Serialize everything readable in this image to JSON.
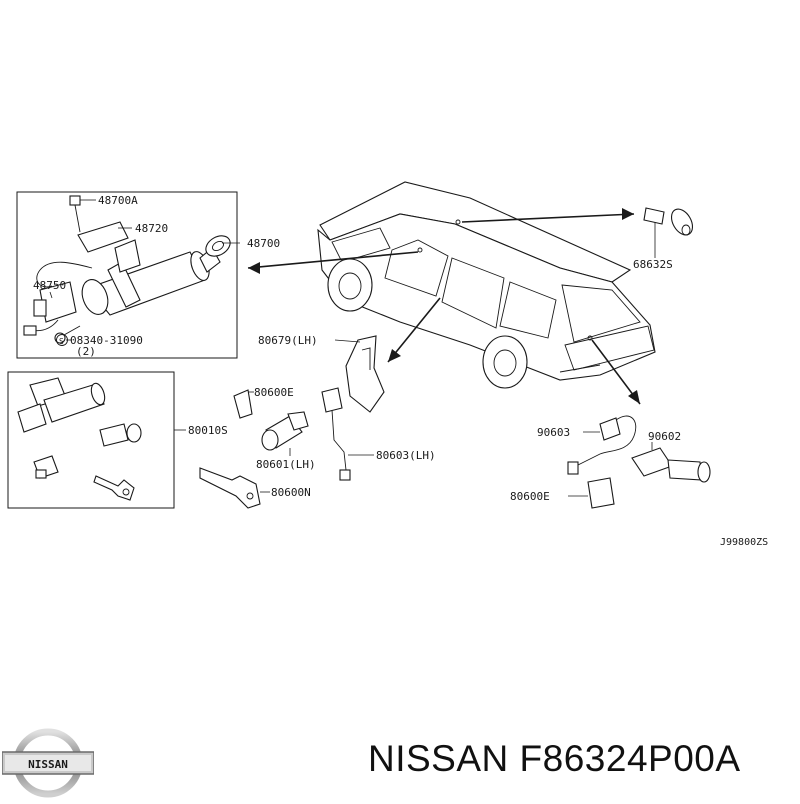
{
  "diagram": {
    "labels": {
      "p48700a": "48700A",
      "p48720": "48720",
      "p48700": "48700",
      "p48750": "48750",
      "p08340": "08340-31090",
      "p08340_qty": "(2)",
      "p68632s": "68632S",
      "p80679": "80679(LH)",
      "p80600e_left": "80600E",
      "p80010s": "80010S",
      "p80601": "80601(LH)",
      "p80603": "80603(LH)",
      "p80600n": "80600N",
      "p90603": "90603",
      "p90602": "90602",
      "p80600e_right": "80600E",
      "figure_id": "J99800ZS",
      "circled_s": "S"
    }
  },
  "footer": {
    "brand_name": "NISSAN F86324P00A",
    "logo_text": "NISSAN"
  }
}
